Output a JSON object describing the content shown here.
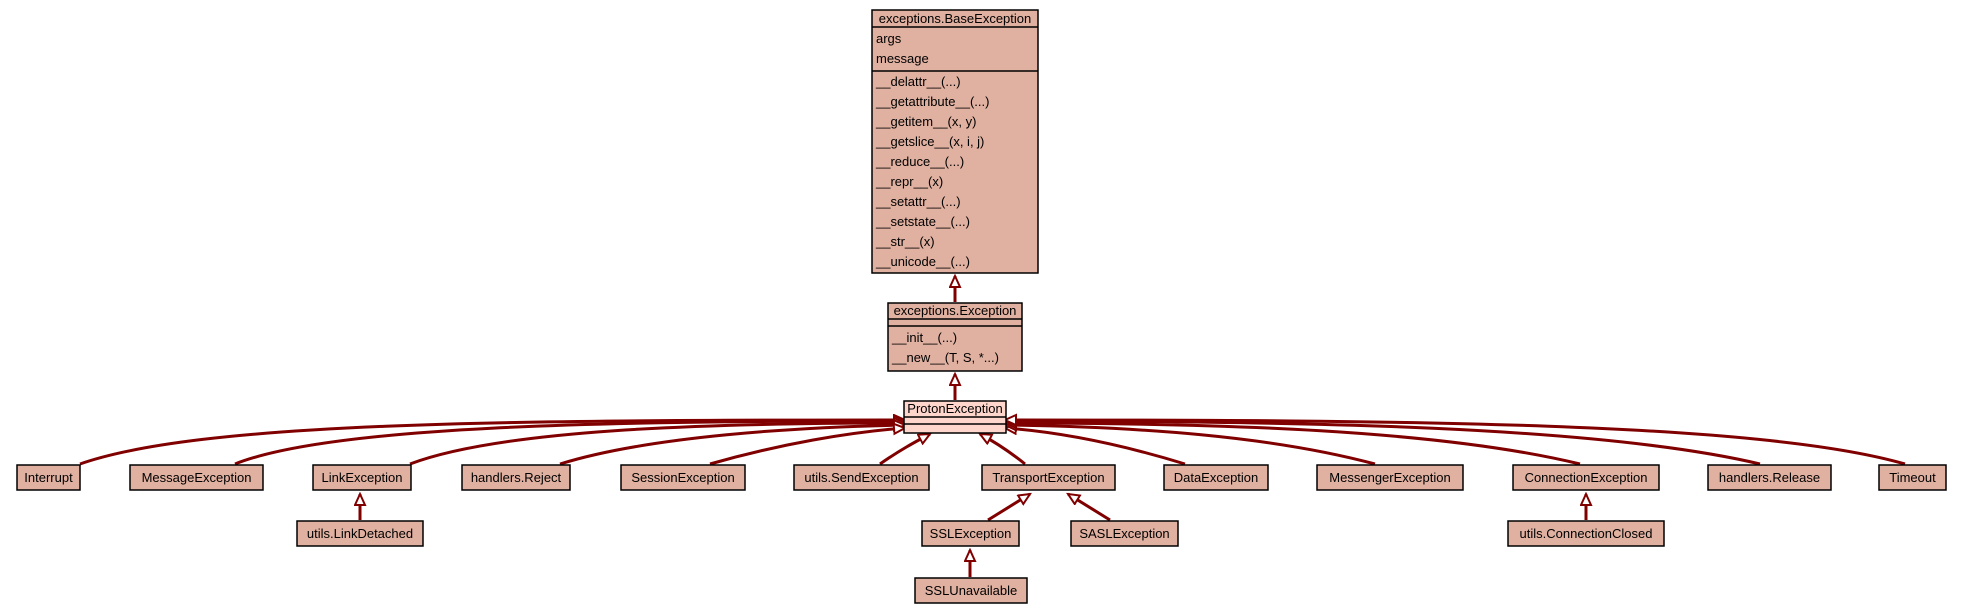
{
  "colors": {
    "node_fill": "#e0b0a0",
    "root_fill": "#ffd6cc",
    "edge": "#800000",
    "border": "#000000"
  },
  "classes": {
    "base_exception": {
      "name": "exceptions.BaseException",
      "attributes": [
        "args",
        "message"
      ],
      "methods": [
        "__delattr__(...)",
        "__getattribute__(...)",
        "__getitem__(x, y)",
        "__getslice__(x, i, j)",
        "__reduce__(...)",
        "__repr__(x)",
        "__setattr__(...)",
        "__setstate__(...)",
        "__str__(x)",
        "__unicode__(...)"
      ]
    },
    "exception": {
      "name": "exceptions.Exception",
      "attributes": [],
      "methods": [
        "__init__(...)",
        "__new__(T, S, *...)"
      ]
    },
    "proton_exception": {
      "name": "ProtonException"
    },
    "interrupt": {
      "name": "Interrupt"
    },
    "message_exception": {
      "name": "MessageException"
    },
    "link_exception": {
      "name": "LinkException"
    },
    "handlers_reject": {
      "name": "handlers.Reject"
    },
    "session_exception": {
      "name": "SessionException"
    },
    "utils_send_exception": {
      "name": "utils.SendException"
    },
    "transport_exception": {
      "name": "TransportException"
    },
    "data_exception": {
      "name": "DataException"
    },
    "messenger_exception": {
      "name": "MessengerException"
    },
    "connection_exception": {
      "name": "ConnectionException"
    },
    "handlers_release": {
      "name": "handlers.Release"
    },
    "timeout": {
      "name": "Timeout"
    },
    "utils_link_detached": {
      "name": "utils.LinkDetached"
    },
    "ssl_exception": {
      "name": "SSLException"
    },
    "sasl_exception": {
      "name": "SASLException"
    },
    "utils_connection_closed": {
      "name": "utils.ConnectionClosed"
    },
    "ssl_unavailable": {
      "name": "SSLUnavailable"
    }
  }
}
